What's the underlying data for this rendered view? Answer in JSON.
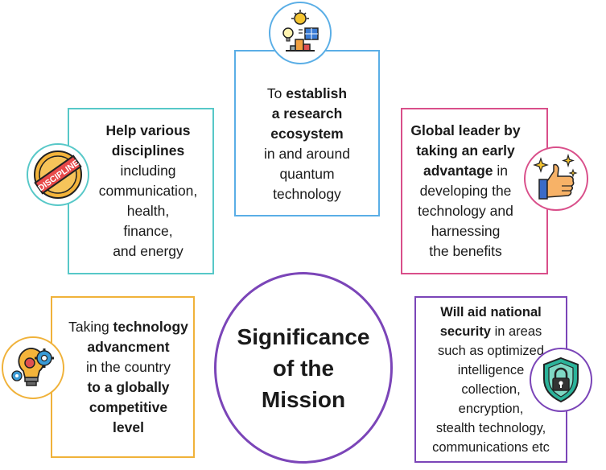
{
  "center": {
    "line1": "Significance",
    "line2": "of the",
    "line3": "Mission"
  },
  "boxes": {
    "top": {
      "l1a": "To ",
      "l1b": "establish",
      "l2": "a research",
      "l3": "ecosystem",
      "l4": "in and around",
      "l5": "quantum",
      "l6": "technology",
      "icon": "research-lab-icon",
      "color": "#5aaee6"
    },
    "left": {
      "l1": "Help various",
      "l2": "disciplines",
      "l3": "including",
      "l4": "communication,",
      "l5": "health,",
      "l6": "finance,",
      "l7": "and energy",
      "icon": "discipline-stamp-icon",
      "stamp_text": "DISCIPLINE",
      "color": "#57c8c8"
    },
    "right": {
      "l1": "Global leader by",
      "l2": "taking an early",
      "l3a": "advantage",
      "l3b": " in",
      "l4": "developing the",
      "l5": "technology and",
      "l6": "harnessing",
      "l7": "the benefits",
      "icon": "thumbs-up-icon",
      "color": "#d94f8a"
    },
    "bottom_left": {
      "l1a": "Taking ",
      "l1b": "technology",
      "l2": "advancment",
      "l3": "in the country",
      "l4": "to a globally",
      "l5": "competitive",
      "l6": "level",
      "icon": "lightbulb-gear-icon",
      "color": "#f0b23a"
    },
    "bottom_right": {
      "l1": "Will aid national",
      "l2a": "security",
      "l2b": " in areas",
      "l3": "such as optimized",
      "l4": "intelligence",
      "l5": "collection,",
      "l6": "encryption,",
      "l7": "stealth technology,",
      "l8": "communications etc",
      "icon": "security-shield-icon",
      "color": "#7b45b8"
    }
  }
}
